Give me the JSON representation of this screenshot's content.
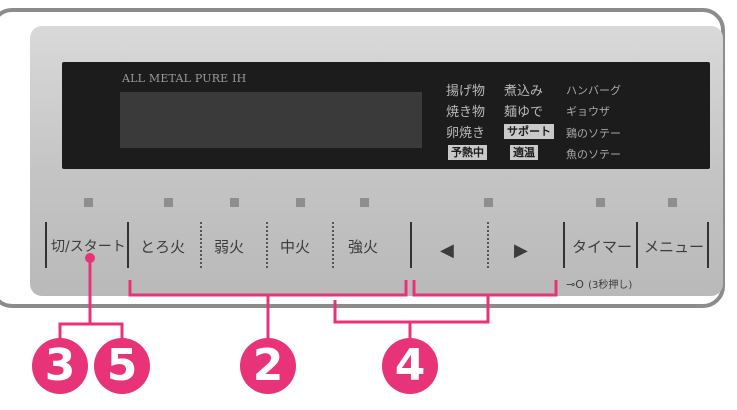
{
  "display": {
    "brand": "ALL METAL PURE IH",
    "menus": {
      "row1": [
        "揚げ物",
        "煮込み",
        "ハンバーグ"
      ],
      "row2": [
        "焼き物",
        "麺ゆで",
        "ギョウザ"
      ],
      "row3": [
        "卵焼き",
        "サポート",
        "鶏のソテー"
      ],
      "row4": [
        "予熱中",
        "適温",
        "魚のソテー"
      ]
    }
  },
  "buttons": {
    "power": "切/スタート",
    "low": "とろ火",
    "weak": "弱火",
    "medium": "中火",
    "strong": "強火",
    "left": "◀",
    "right": "▶",
    "timer": "タイマー",
    "menu": "メニュー"
  },
  "lock_note": {
    "icon": "⊸O",
    "text": "(3秒押し)"
  },
  "steps": {
    "three": "3",
    "five": "5",
    "two": "2",
    "four": "4"
  },
  "colors": {
    "accent": "#e83378",
    "panel": "#c8c8c8",
    "display_bg": "#1c1c1c"
  }
}
